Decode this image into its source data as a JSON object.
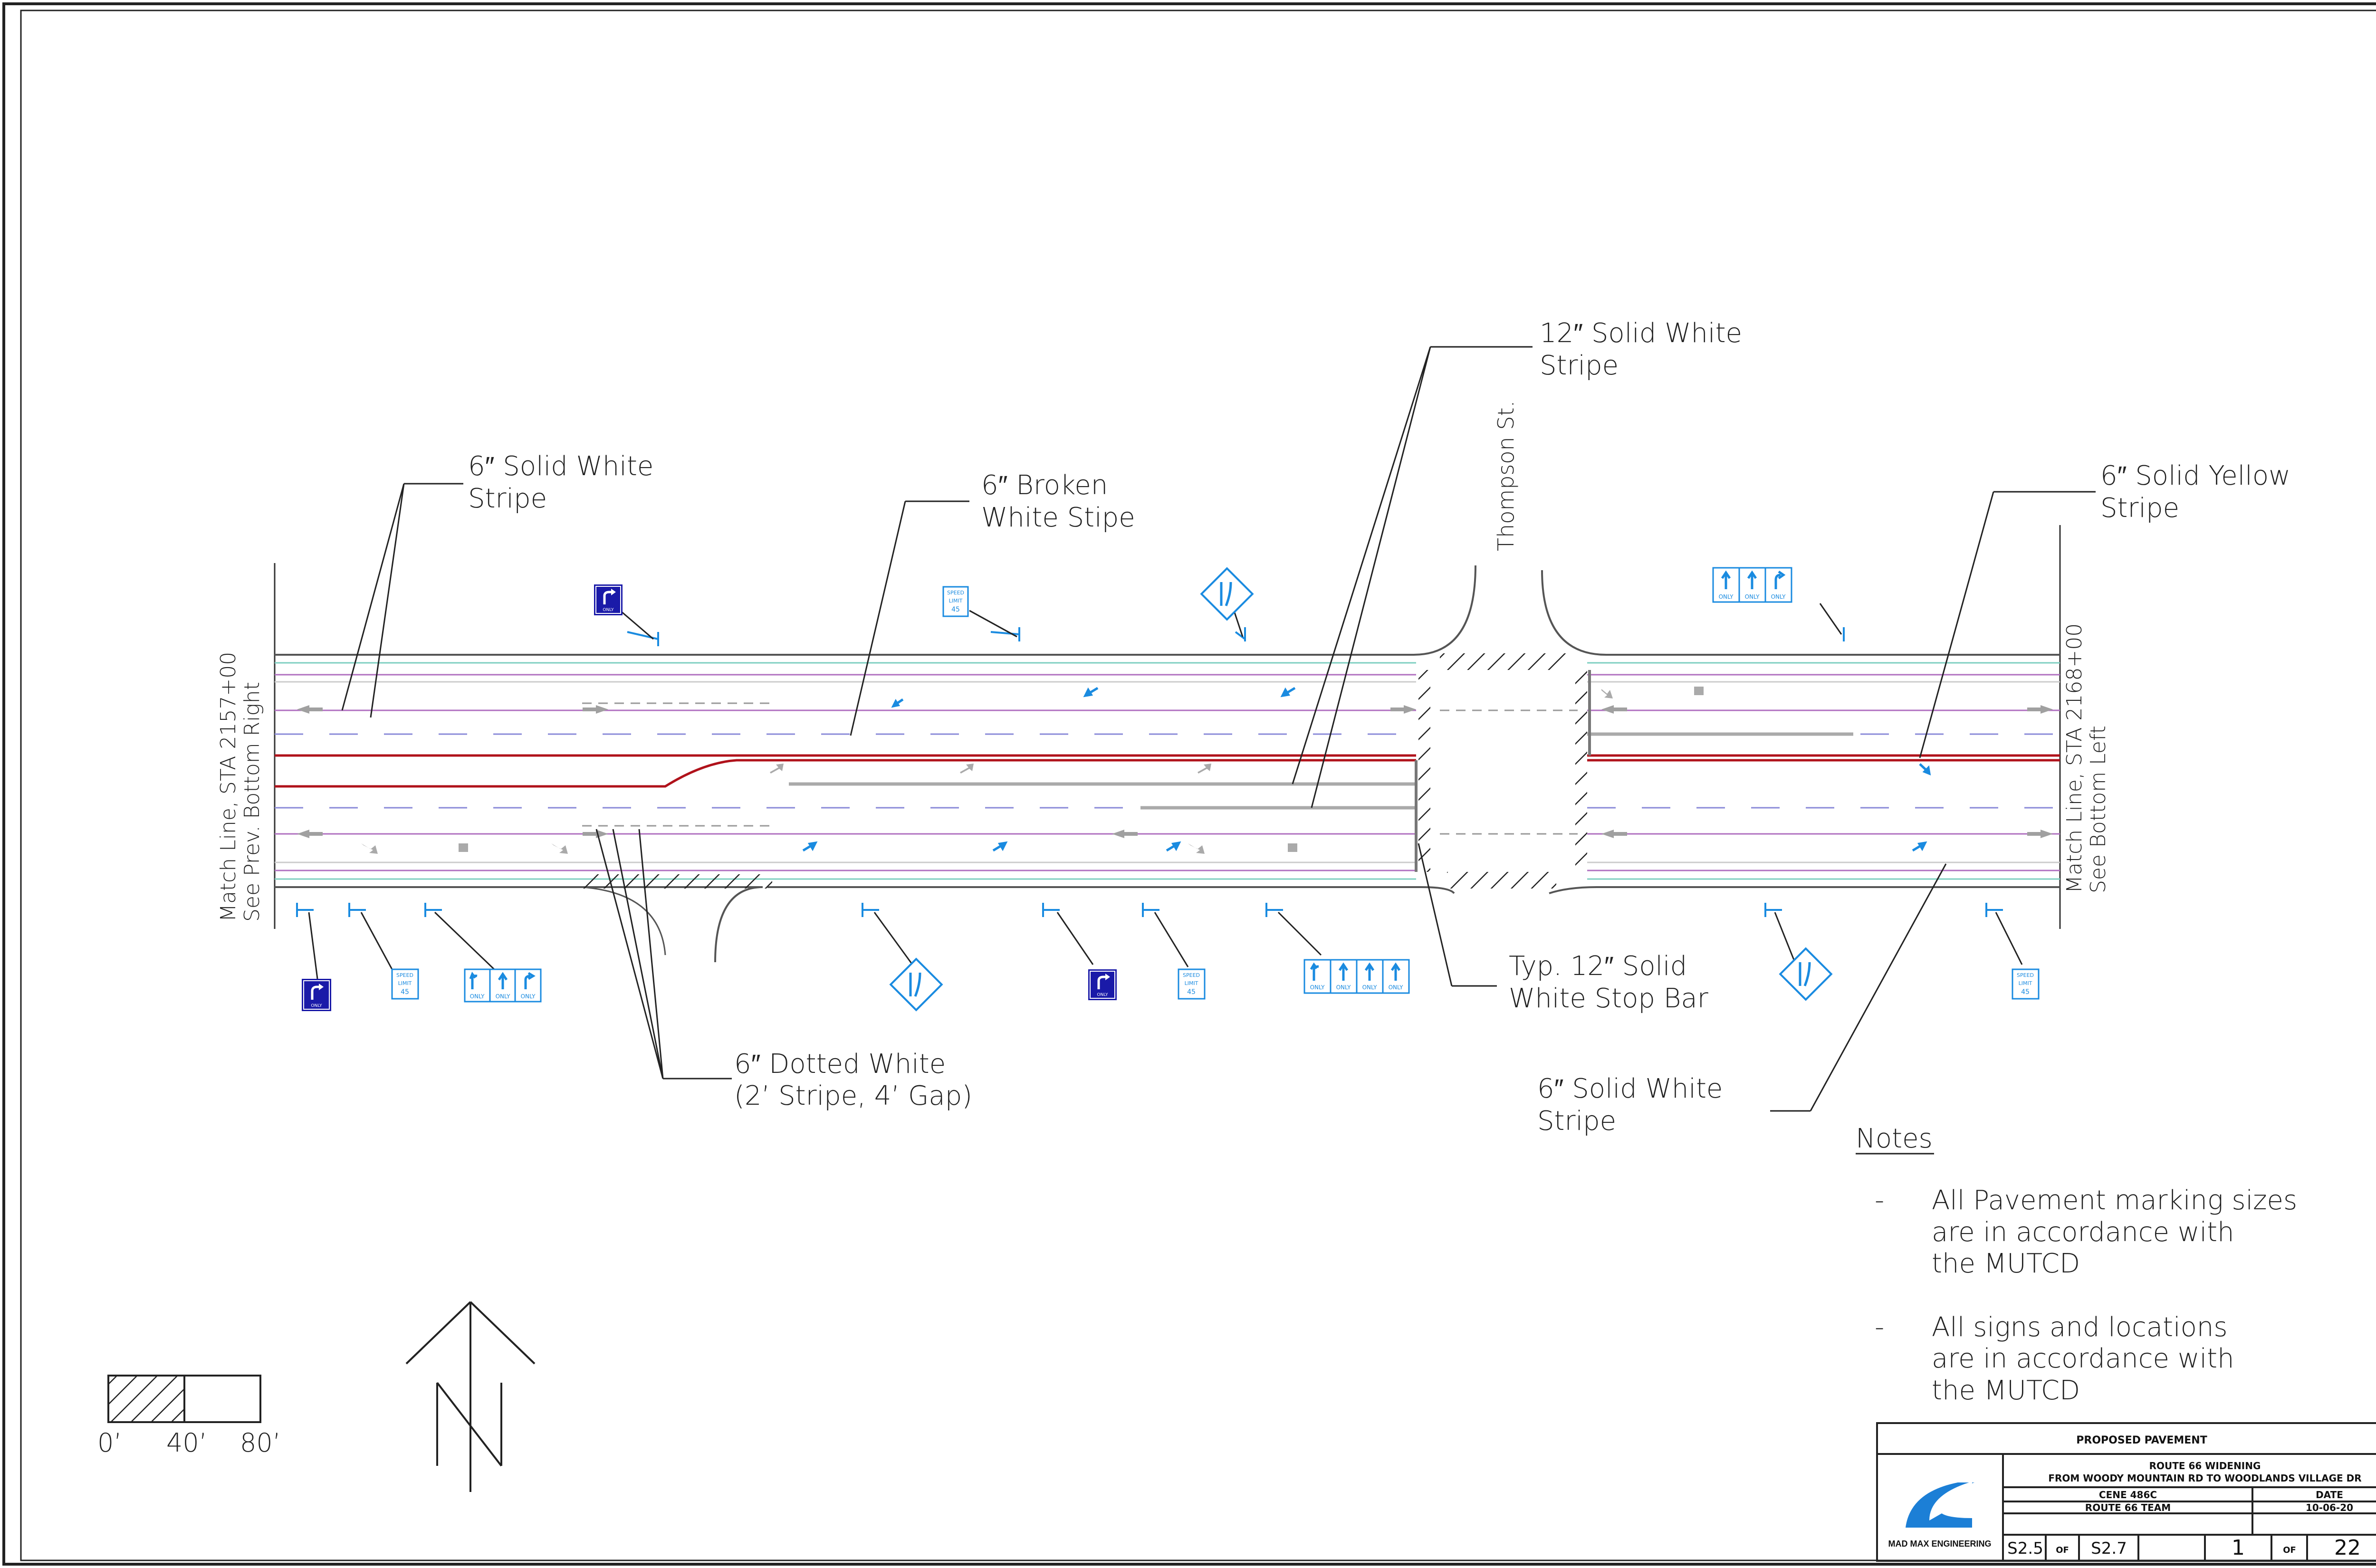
{
  "callouts": {
    "solid_white_left": [
      "6″ Solid White",
      "Stripe"
    ],
    "broken_white": [
      "6″ Broken",
      "White Stipe"
    ],
    "solid_white_12": [
      "12″ Solid White",
      "Stripe"
    ],
    "solid_yellow": [
      "6″ Solid Yellow",
      "Stripe"
    ],
    "stop_bar": [
      "Typ. 12″ Solid",
      "White Stop Bar"
    ],
    "dotted_white": [
      "6″ Dotted White",
      "(2’ Stripe, 4’ Gap)"
    ],
    "solid_white_right": [
      "6″ Solid White",
      "Stripe"
    ]
  },
  "street_name": "Thompson St.",
  "match_lines": {
    "left": [
      "Match Line, STA 2157+00",
      "See Prev. Bottom Right"
    ],
    "right": [
      "Match Line, STA 2168+00",
      "See Bottom Left"
    ]
  },
  "signs": {
    "only_word": "ONLY",
    "speed": [
      "SPEED",
      "LIMIT",
      "45"
    ]
  },
  "notes": {
    "title": "Notes",
    "items": [
      [
        "All Pavement marking sizes",
        "are in accordance with",
        "the MUTCD"
      ],
      [
        "All signs and locations",
        "are in accordance with",
        "the MUTCD"
      ]
    ]
  },
  "scale_bar": {
    "labels": [
      "0’",
      "40’",
      "80’"
    ]
  },
  "title_block": {
    "sheet_title": "PROPOSED PAVEMENT",
    "project_line1": "ROUTE 66 WIDENING",
    "project_line2": "FROM WOODY MOUNTAIN RD TO WOODLANDS VILLAGE DR",
    "course": "CENE 486C",
    "team": "ROUTE 66 TEAM",
    "date_label": "DATE",
    "date": "10-06-20",
    "company": "MAD MAX ENGINEERING",
    "sheet_from": "S2.5",
    "of1": "OF",
    "sheet_to": "S2.7",
    "page": "1",
    "of2": "OF",
    "total_pages": "22"
  },
  "colors": {
    "yellow_centerline": "#b0121b",
    "sign_blue": "#1a8be0",
    "sign_dark_blue": "#1a1aa8",
    "lane_purple": "#b070c0",
    "lane_teal": "#7ecfc0",
    "marking_gray": "#a0a0a0"
  }
}
